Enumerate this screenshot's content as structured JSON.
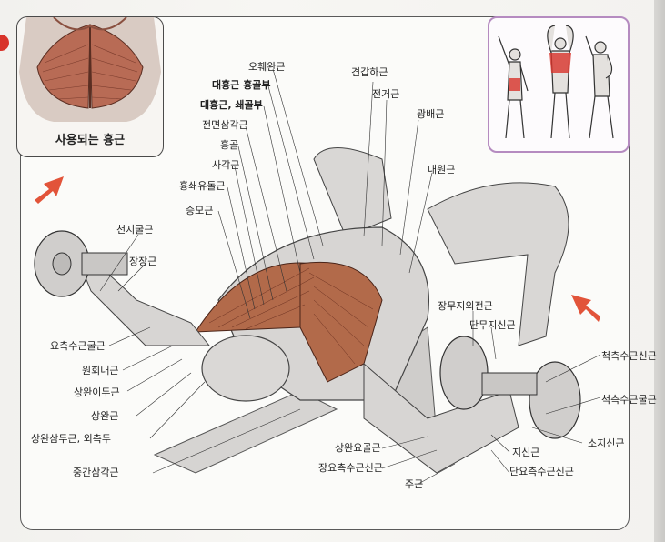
{
  "inset": {
    "caption": "사용되는 흉근"
  },
  "labels": {
    "om": "오훼완근",
    "dhg": "대흉근 흉골부",
    "dsg": "대흉근, 쇄골부",
    "jmsg": "전면삼각근",
    "hg": "흉골",
    "sg": "사각근",
    "hsydg": "흉쇄유돌근",
    "smg": "승모근",
    "gghg": "견갑하근",
    "jgg": "전거근",
    "gbg": "광배근",
    "dwg": "대원근",
    "cjgg": "천지굴근",
    "jjg": "장장근",
    "ycsggg": "요측수근굴근",
    "whng": "원회내근",
    "swidg": "상완이두근",
    "swg": "상완근",
    "swsdg": "상완삼두근, 외측두",
    "jgsgg": "중간삼각근",
    "jmjwjg": "장무지외전근",
    "dmjsg": "단무지신근",
    "ccssg": "척측수근신근",
    "ccsgg": "척측수근굴근",
    "sjsg": "소지신근",
    "jsg": "지신근",
    "dysgsg": "단요측수근신근",
    "swyg": "상완요골근",
    "jysgsg": "장요측수근신근",
    "jg": "주근"
  },
  "colors": {
    "accent_red": "#d8332a",
    "muscle": "#b26a4a",
    "border": "#5a5a5a",
    "poses_border": "#b58bc0"
  }
}
